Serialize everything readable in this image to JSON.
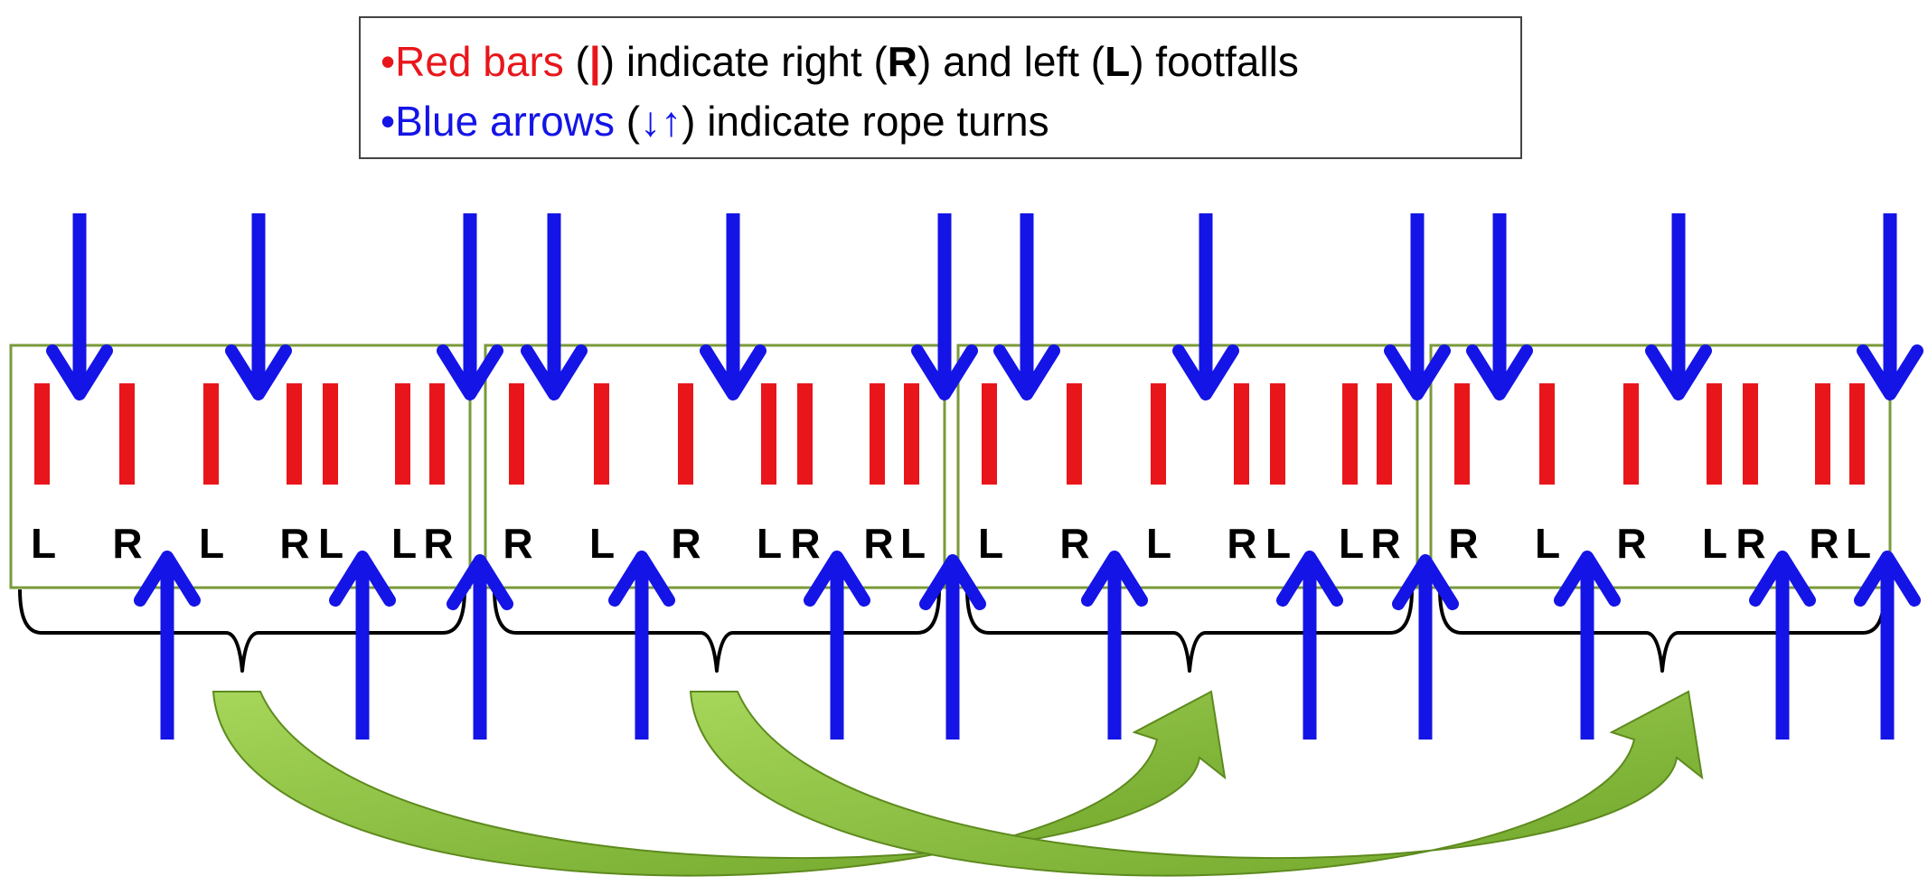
{
  "legend": {
    "bullet": "•",
    "line1": {
      "term": "Red bars",
      "open_paren": " (",
      "symbol": "|",
      "text_a": ") indicate right (",
      "right_key": "R",
      "text_b": ") and left (",
      "left_key": "L",
      "text_c": ") footfalls"
    },
    "line2": {
      "term": "Blue arrows",
      "open_paren": " (",
      "symbol": "↓↑",
      "text_a": ") indicate rope turns"
    }
  },
  "colors": {
    "footfall_bar": "#e8161b",
    "rope_arrow": "#1414e6",
    "box_border": "#7a9a3a",
    "curved_arrow": "#8dc63f",
    "curved_arrow_dark": "#5e8a1e",
    "brace": "#000000"
  },
  "segments": [
    {
      "labels": [
        "L",
        "R",
        "L",
        "R",
        "L",
        "L",
        "R"
      ]
    },
    {
      "labels": [
        "R",
        "L",
        "R",
        "L",
        "R",
        "R",
        "L"
      ]
    },
    {
      "labels": [
        "L",
        "R",
        "L",
        "R",
        "L",
        "L",
        "R"
      ]
    },
    {
      "labels": [
        "R",
        "L",
        "R",
        "L",
        "R",
        "R",
        "L"
      ]
    }
  ]
}
